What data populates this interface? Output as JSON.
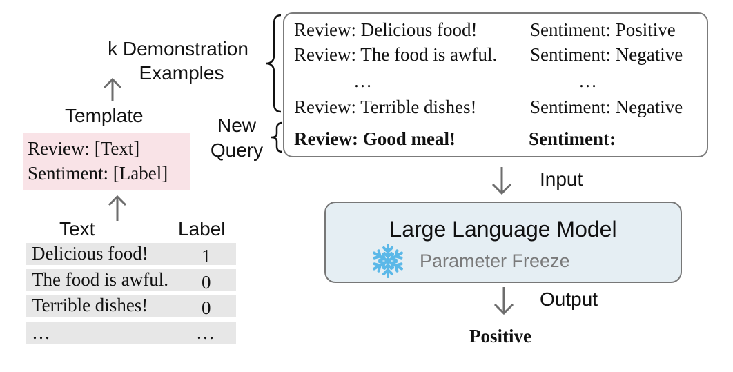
{
  "left": {
    "demo_label_line1": "k Demonstration",
    "demo_label_line2": "Examples",
    "template_label": "Template",
    "new_query_line1": "New",
    "new_query_line2": "Query",
    "template": {
      "line1": "Review: [Text]",
      "line2": "Sentiment: [Label]"
    },
    "table": {
      "col_text": "Text",
      "col_label": "Label",
      "rows": [
        {
          "text": "Delicious food!",
          "label": "1"
        },
        {
          "text": "The food is awful.",
          "label": "0"
        },
        {
          "text": "Terrible dishes!",
          "label": "0"
        },
        {
          "text": "…",
          "label": "…"
        }
      ]
    }
  },
  "demos": {
    "rows": [
      {
        "review": "Review: Delicious food!",
        "sentiment": "Sentiment: Positive"
      },
      {
        "review": "Review: The food is awful.",
        "sentiment": "Sentiment: Negative"
      },
      {
        "review": "…",
        "sentiment": "…"
      },
      {
        "review": "Review: Terrible dishes!",
        "sentiment": "Sentiment: Negative"
      }
    ],
    "query": {
      "review": "Review: Good meal!",
      "sentiment": "Sentiment:"
    }
  },
  "flow": {
    "input_label": "Input",
    "output_label": "Output",
    "output_value": "Positive"
  },
  "llm": {
    "title": "Large Language Model",
    "subtitle": "Parameter Freeze",
    "icon": "snowflake-icon",
    "icon_color": "#5bb8e8",
    "box_color": "#e5eef3"
  },
  "colors": {
    "template_bg": "#f9e3e7",
    "table_row_bg": "#e7e7e7",
    "arrow": "#6d6d6d"
  }
}
